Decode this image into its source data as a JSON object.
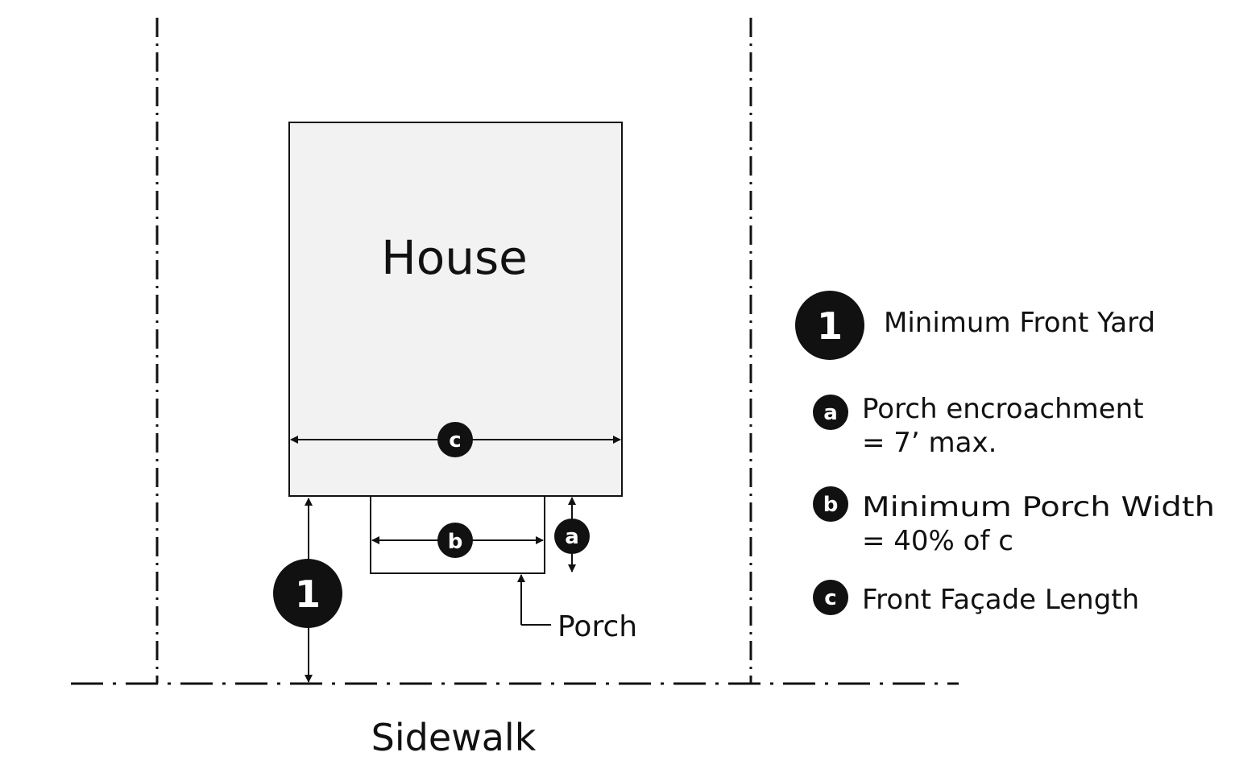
{
  "diagram": {
    "house_label": "House",
    "porch_label": "Porch",
    "sidewalk_label": "Sidewalk",
    "badges": {
      "front_yard": "1",
      "a": "a",
      "b": "b",
      "c": "c"
    }
  },
  "legend": {
    "items": [
      {
        "badge": "1",
        "line1": "Minimum Front Yard",
        "line2": ""
      },
      {
        "badge": "a",
        "line1": "Porch encroachment",
        "line2": "= 7’ max."
      },
      {
        "badge": "b",
        "line1": "Minimum Porch Width",
        "line2": "= 40% of c"
      },
      {
        "badge": "c",
        "line1": "Front Façade Length",
        "line2": ""
      }
    ]
  },
  "colors": {
    "house_fill": "#f2f2f2",
    "porch_fill": "#ffffff",
    "ink": "#111111"
  }
}
